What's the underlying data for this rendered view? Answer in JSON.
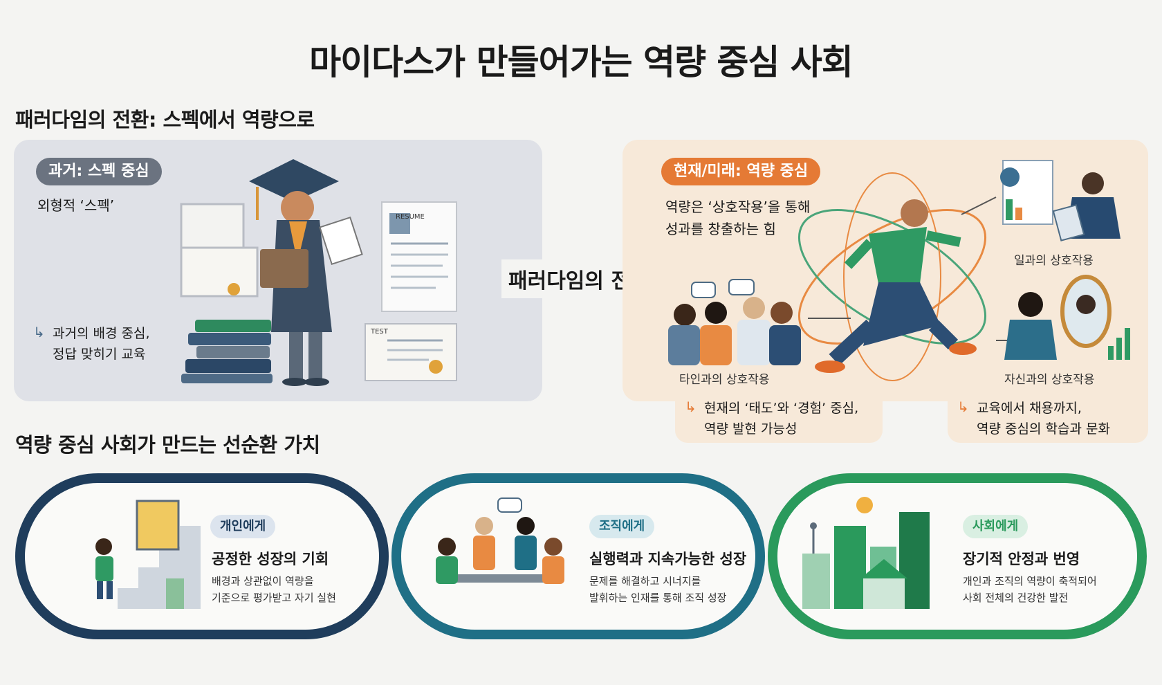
{
  "title": "마이다스가 만들어가는 역량 중심 사회",
  "paradigm_section": {
    "heading": "패러다임의 전환: 스펙에서 역량으로",
    "center_label": "패러다임의 전환",
    "past": {
      "pill": "과거: 스펙 중심",
      "subtitle": "외형적 ‘스펙’",
      "note_line1": "과거의 배경 중심,",
      "note_line2": "정답 맞히기 교육",
      "doc_labels": [
        "RESUME",
        "TEST"
      ]
    },
    "present": {
      "pill": "현재/미래: 역량 중심",
      "desc_line1": "역량은 ‘상호작용’을 통해",
      "desc_line2": "성과를 창출하는 힘",
      "cap_work": "일과의 상호작용",
      "cap_others": "타인과의 상호작용",
      "cap_self": "자신과의 상호작용",
      "note1_line1": "현재의 ‘태도’와 ‘경험’ 중심,",
      "note1_line2": "역량 발현 가능성",
      "note2_line1": "교육에서 채용까지,",
      "note2_line2": "역량 중심의 학습과 문화"
    }
  },
  "cycle_section": {
    "heading": "역량 중심 사회가 만드는 선순환 가치",
    "cards": [
      {
        "pill": "개인에게",
        "head": "공정한 성장의 기회",
        "body1": "배경과 상관없이 역량을",
        "body2": "기준으로 평가받고 자기 실현",
        "color": "#1f3d5c"
      },
      {
        "pill": "조직에게",
        "head": "실행력과 지속가능한 성장",
        "body1": "문제를 해결하고 시너지를",
        "body2": "발휘하는 인재를 통해 조직 성장",
        "color": "#1f6f86"
      },
      {
        "pill": "사회에게",
        "head": "장기적 안정과 번영",
        "body1": "개인과 조직의 역량이 축적되어",
        "body2": "사회 전체의 건강한 발전",
        "color": "#2a9a5c"
      }
    ]
  },
  "colors": {
    "navy": "#1f3d5c",
    "teal": "#1f6f86",
    "green": "#2a9a5c",
    "orange": "#e57a35",
    "grey_panel": "#dfe1e7",
    "peach_panel": "#f7e9d9"
  }
}
